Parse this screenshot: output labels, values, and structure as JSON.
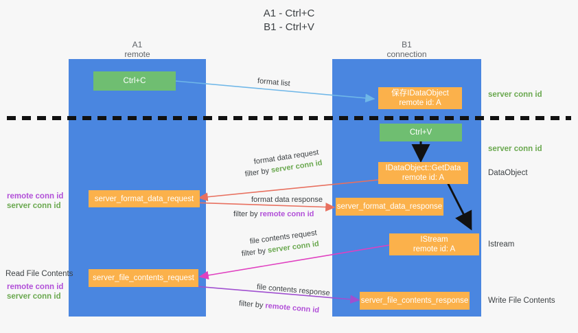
{
  "title": {
    "line1": "A1 - Ctrl+C",
    "line2": "B1 - Ctrl+V"
  },
  "lanes": [
    {
      "id": "a1",
      "name": "A1",
      "sub": "remote"
    },
    {
      "id": "b1",
      "name": "B1",
      "sub": "connection"
    }
  ],
  "nodes": {
    "ctrl_c": {
      "label": "Ctrl+C"
    },
    "save_idataobject": {
      "line1": "保存IDataObject",
      "line2": "remote id: A"
    },
    "ctrl_v": {
      "label": "Ctrl+V"
    },
    "getdata": {
      "line1": "IDataObject::GetData",
      "line2": "remote id: A"
    },
    "server_format_data_request": {
      "label": "server_format_data_request"
    },
    "server_format_data_response": {
      "label": "server_format_data_response"
    },
    "istream": {
      "line1": "IStream",
      "line2": "remote id: A"
    },
    "server_file_contents_request": {
      "label": "server_file_contents_request"
    },
    "server_file_contents_response": {
      "label": "server_file_contents_response"
    }
  },
  "edge_labels": {
    "format_list": "format list",
    "format_data_request": "format data request",
    "format_data_request_filter_prefix": "filter by ",
    "format_data_request_filter_key": "server conn id",
    "format_data_response": "format data response",
    "format_data_response_filter_prefix": "filter by ",
    "format_data_response_filter_key": "remote conn id",
    "file_contents_request": "file contents request",
    "file_contents_request_filter_prefix": "filter by ",
    "file_contents_request_filter_key": "server conn id",
    "file_contents_response": "file contents response",
    "file_contents_response_filter_prefix": "filter by ",
    "file_contents_response_filter_key": "remote conn id"
  },
  "right_labels": {
    "server_conn_id_top": "server conn id",
    "server_conn_id_mid": "server conn id",
    "dataobject": "DataObject",
    "istream": "Istream",
    "write_file_contents": "Write File Contents"
  },
  "left_labels": {
    "remote_conn_id_1": "remote conn id",
    "server_conn_id_1": "server conn id",
    "read_file_contents": "Read File Contents",
    "remote_conn_id_2": "remote conn id",
    "server_conn_id_2": "server conn id"
  },
  "colors": {
    "lane": "#4a86e0",
    "green_node": "#6fbe71",
    "orange_node": "#fbb14b",
    "green_text": "#6aa84f",
    "purple_text": "#b14fd8",
    "red_arrow": "#e8705f",
    "blue_arrow": "#6fb7e8",
    "magenta_arrow": "#e040c0",
    "purple_arrow": "#a04fd0",
    "black": "#111111"
  }
}
